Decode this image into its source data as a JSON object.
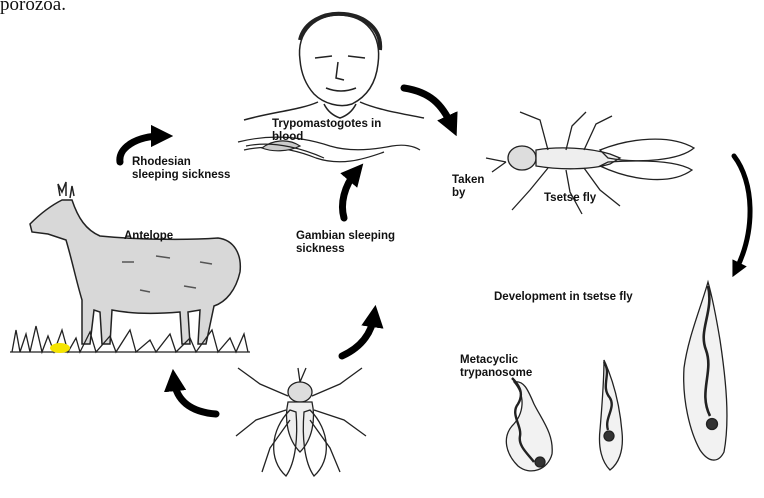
{
  "top_text": "porozoa.",
  "labels": {
    "trypomastigotes": "Trypomastogotes in\nblood",
    "rhodesian": "Rhodesian\nsleeping sickness",
    "gambian": "Gambian sleeping\nsickness",
    "antelope": "Antelope",
    "taken_by": "Taken\nby",
    "tsetse_fly": "Tsetse  fly",
    "development": "Development in tsetse fly",
    "metacyclic": "Metacyclic\ntrypanosome"
  },
  "colors": {
    "ink": "#111111",
    "arrow": "#000000",
    "highlight": "#f5e400"
  }
}
